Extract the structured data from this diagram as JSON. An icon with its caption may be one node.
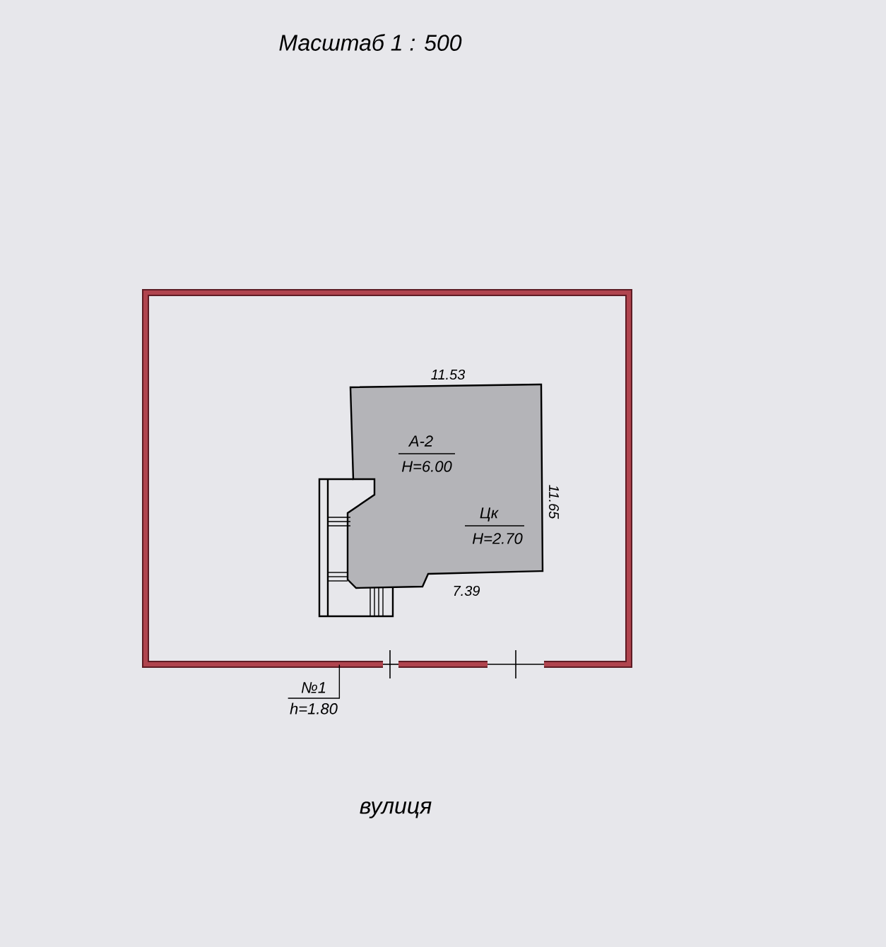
{
  "diagram": {
    "title": "Масштаб 1 : 500",
    "nodes": [
      {
        "text": [],
        "shape": "box"
      },
      {
        "text": [
          "А-2",
          "Н=6.00",
          "Цк",
          "Н=2.70"
        ],
        "beside": [
          "11.53",
          "11.65",
          "7.39"
        ],
        "in": 0
      },
      {
        "text": [
          "№1",
          "h=1.80"
        ]
      }
    ],
    "edges": [
      {
        "from": 2,
        "to": 0,
        "arrow": "none"
      }
    ],
    "labels": [
      "вулиця"
    ]
  }
}
